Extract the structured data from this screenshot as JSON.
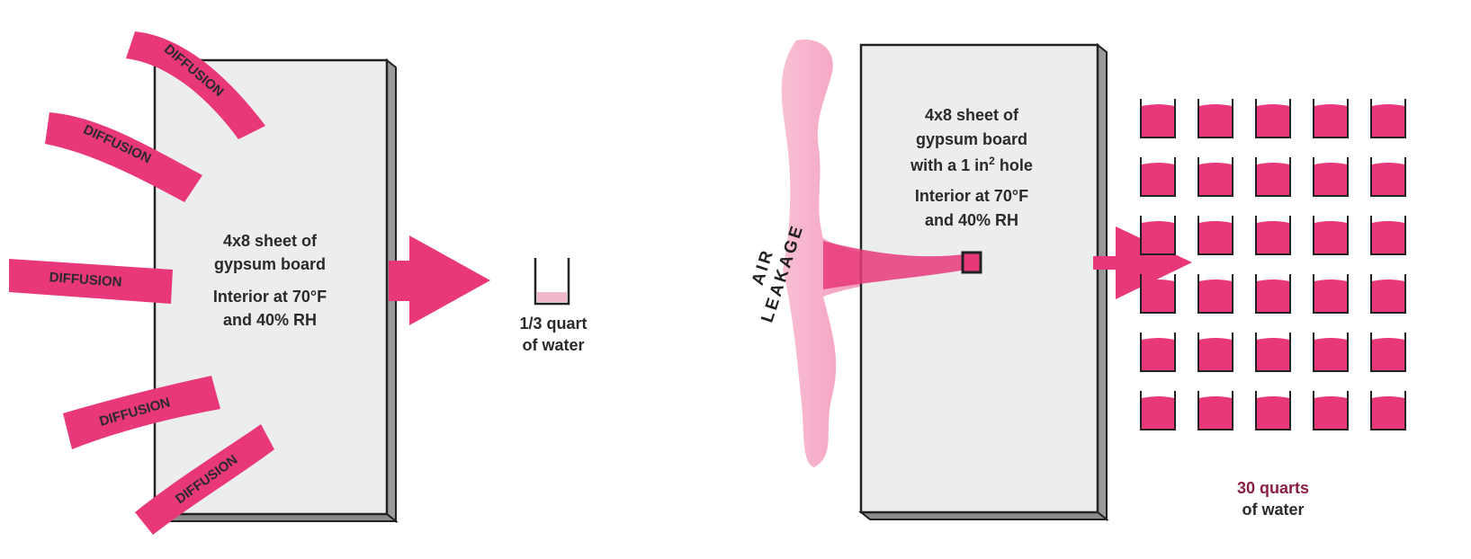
{
  "left_panel": {
    "diffusion_labels": [
      "DIFFUSION",
      "DIFFUSION",
      "DIFFUSION",
      "DIFFUSION",
      "DIFFUSION"
    ],
    "sheet_line1": "4x8 sheet of",
    "sheet_line2": "gypsum board",
    "interior_line1": "Interior at 70°F",
    "interior_line2": "and 40% RH",
    "result_line1": "1/3 quart",
    "result_line2": "of water"
  },
  "right_panel": {
    "air_leakage_label": "AIR LEAKAGE",
    "sheet_line1": "4x8 sheet of",
    "sheet_line2": "gypsum board",
    "sheet_line3_prefix": "with a 1 in",
    "sheet_line3_sup": "2",
    "sheet_line3_suffix": " hole",
    "interior_line1": "Interior at 70°F",
    "interior_line2": "and 40% RH",
    "result_line1": "30 quarts",
    "result_line2": "of water",
    "container_count": 30
  },
  "colors": {
    "accent": "#e8387a",
    "accent_light": "#f4a0c0",
    "board_fill": "#eceeee",
    "board_edge": "#222222",
    "result_text": "#8a2040"
  }
}
